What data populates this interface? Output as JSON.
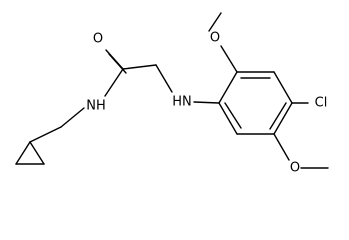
{
  "molecule": {
    "atom_labels": {
      "oxygen_carbonyl": "O",
      "amide_nh": "NH",
      "amine_nh": "HN",
      "chlorine": "Cl",
      "oxygen_methoxy_top": "O",
      "oxygen_methoxy_bottom": "O"
    },
    "colors": {
      "bond": "#000000",
      "text": "#000000",
      "background": "#ffffff"
    }
  }
}
